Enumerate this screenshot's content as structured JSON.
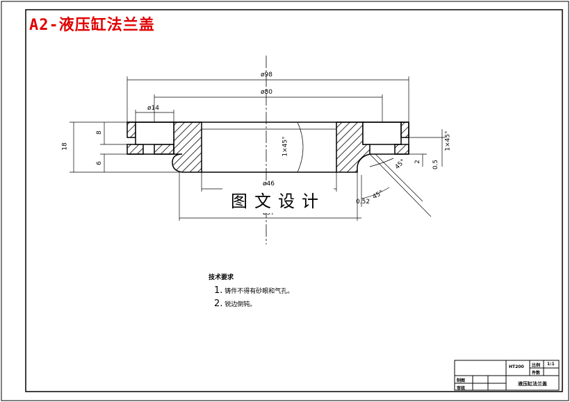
{
  "title": "A2-液压缸法兰盖",
  "watermark": "图文设计",
  "dimensions": {
    "d_outer": "ø98",
    "d_mid": "ø80",
    "d_hole": "ø14",
    "d_bottom": "ø57",
    "d_inner": "ø46",
    "h_total": "18",
    "h_top": "8",
    "h_bottom": "6",
    "chamfer_left": "1×45°",
    "chamfer_right": "1×45°",
    "dim_2": "2",
    "dim_05": "0.5",
    "dim_052": "0.52",
    "angle_1": "45°",
    "angle_2": "45°"
  },
  "notes": {
    "heading": "技术要求",
    "items": [
      {
        "num": "1.",
        "text": "铸件不得有砂眼和气孔。"
      },
      {
        "num": "2.",
        "text": "锐边倒钝。"
      }
    ]
  },
  "title_block": {
    "material": "HT200",
    "scale_label": "比例",
    "scale_value": "1:1",
    "qty_label": "件数",
    "drawn_label": "制图",
    "check_label": "审核",
    "part_name": "液压缸法兰盖"
  }
}
